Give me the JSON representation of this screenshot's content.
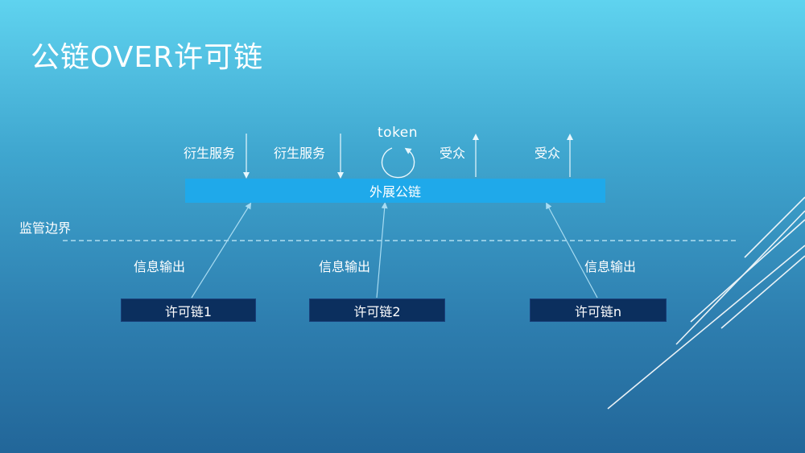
{
  "slide": {
    "title": "公链OVER许可链"
  },
  "diagram": {
    "public_chain": {
      "label": "外展公链"
    },
    "token_label": "token",
    "top_labels": [
      {
        "label": "衍生服务",
        "direction": "down"
      },
      {
        "label": "衍生服务",
        "direction": "down"
      },
      {
        "label": "受众",
        "direction": "up"
      },
      {
        "label": "受众",
        "direction": "up"
      }
    ],
    "boundary_label": "监管边界",
    "info_labels": [
      "信息输出",
      "信息输出",
      "信息输出"
    ],
    "permissioned_chains": [
      {
        "label": "许可链1"
      },
      {
        "label": "许可链2"
      },
      {
        "label": "许可链n"
      }
    ]
  },
  "colors": {
    "background_top": "#5fd3ef",
    "background_bottom": "#226699",
    "public_chain_fill": "#1fa9ea",
    "permissioned_chain_fill": "#0b2f5e",
    "connector_line": "#a8dcf2",
    "boundary_line": "#c8ecf9"
  }
}
